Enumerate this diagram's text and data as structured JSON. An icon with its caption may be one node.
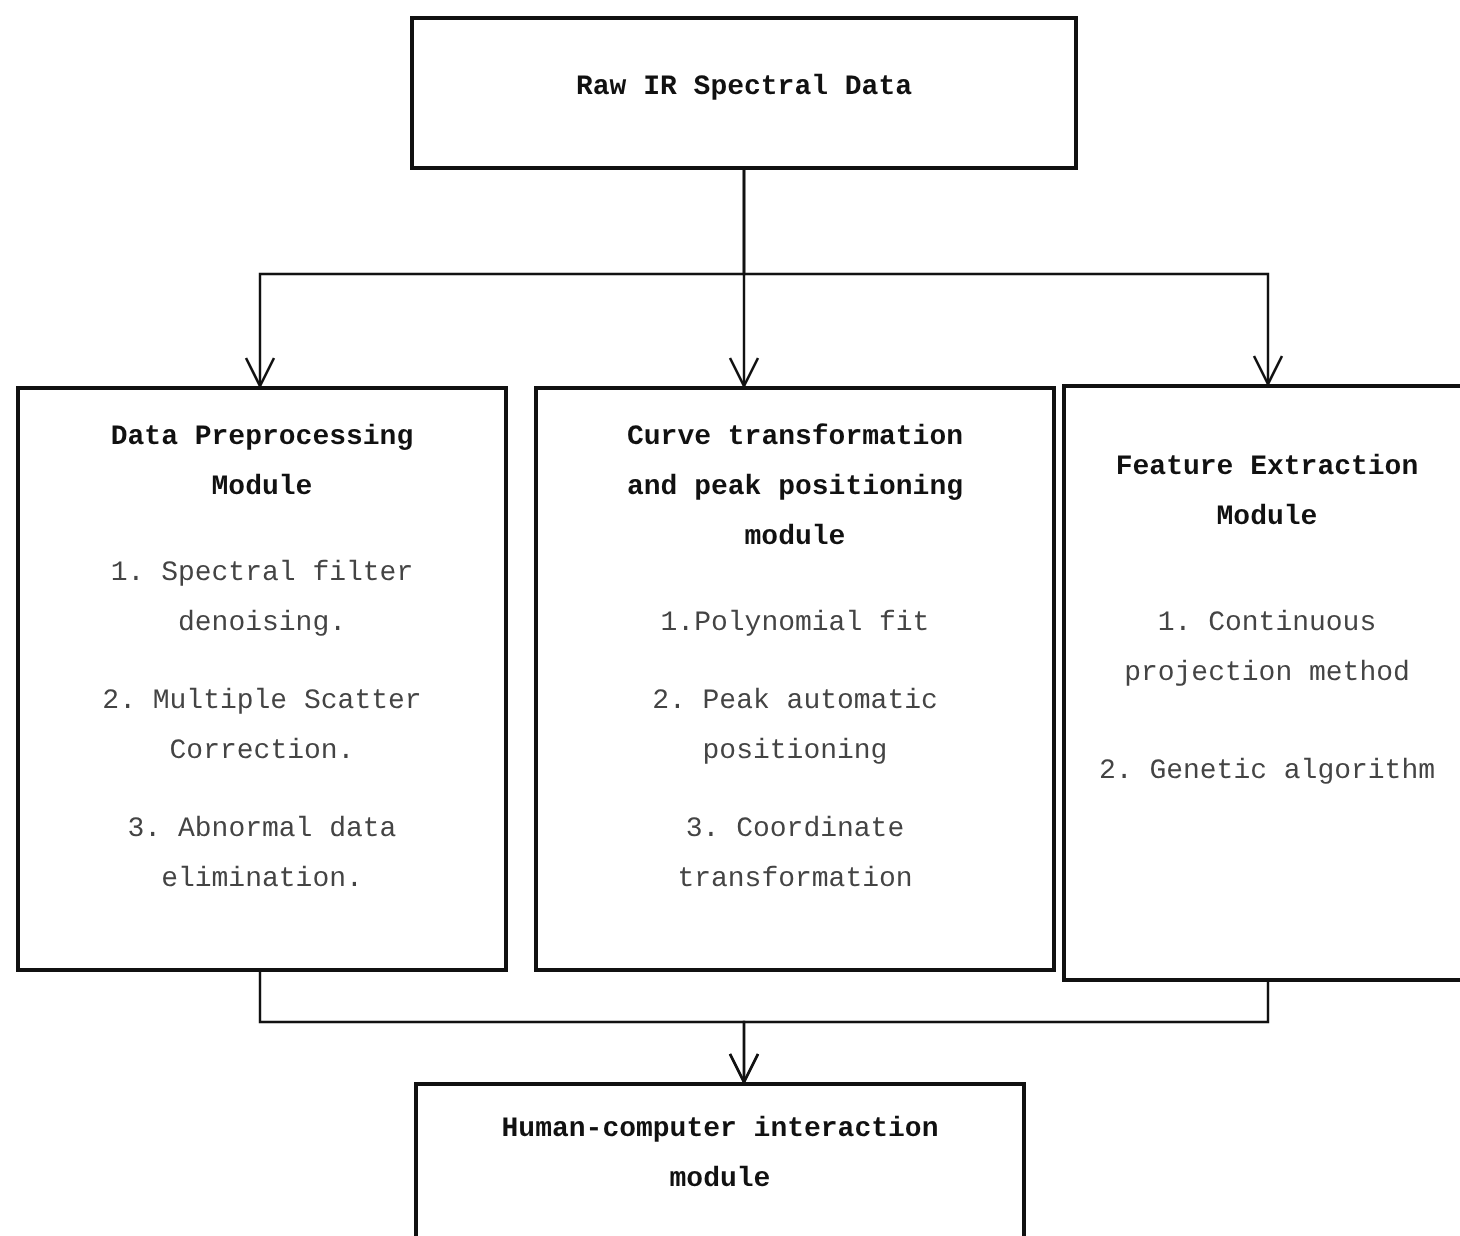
{
  "diagram": {
    "nodes": [
      {
        "text": [
          "Raw IR Spectral Data"
        ]
      },
      {
        "text": [
          "Data Preprocessing Module",
          "1. Spectral filter denoising.",
          "2. Multiple Scatter Correction.",
          "3. Abnormal data elimination."
        ]
      },
      {
        "text": [
          "Curve transformation and peak positioning module",
          "1.Polynomial fit",
          "2. Peak automatic positioning",
          "3. Coordinate transformation"
        ]
      },
      {
        "text": [
          "Feature Extraction Module",
          "1. Continuous projection method",
          "2. Genetic algorithm"
        ]
      },
      {
        "text": [
          "Human-computer interaction module"
        ]
      }
    ],
    "edges": [
      {
        "from": 0,
        "to": 1,
        "arrow": "to"
      },
      {
        "from": 0,
        "to": 2,
        "arrow": "to"
      },
      {
        "from": 0,
        "to": 3,
        "arrow": "to"
      },
      {
        "from": 1,
        "to": 4,
        "arrow": "to"
      },
      {
        "from": 3,
        "to": 4,
        "arrow": "to"
      }
    ]
  }
}
